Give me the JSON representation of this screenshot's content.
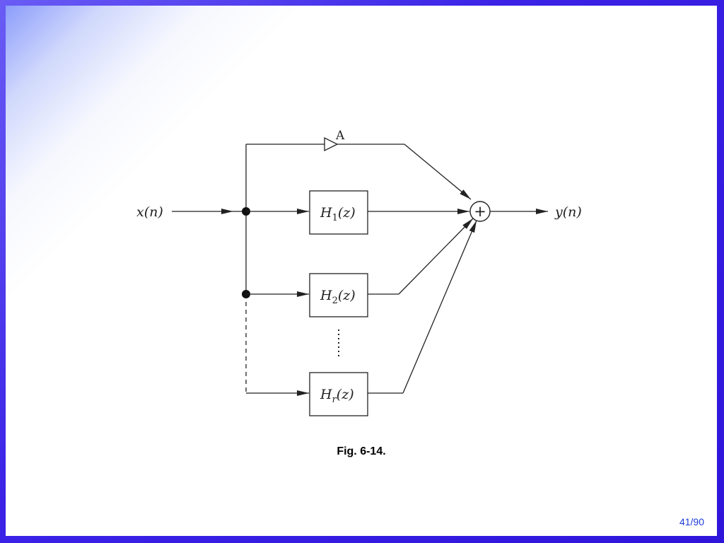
{
  "diagram": {
    "input_label": "x(n)",
    "output_label": "y(n)",
    "gain_label": "A",
    "blocks": [
      {
        "name": "H",
        "sub": "1",
        "arg": "(z)"
      },
      {
        "name": "H",
        "sub": "2",
        "arg": "(z)"
      },
      {
        "name": "H",
        "sub": "r",
        "arg": "(z)"
      }
    ],
    "adder_symbol": "+"
  },
  "caption": "Fig. 6-14.",
  "page": "41/90"
}
